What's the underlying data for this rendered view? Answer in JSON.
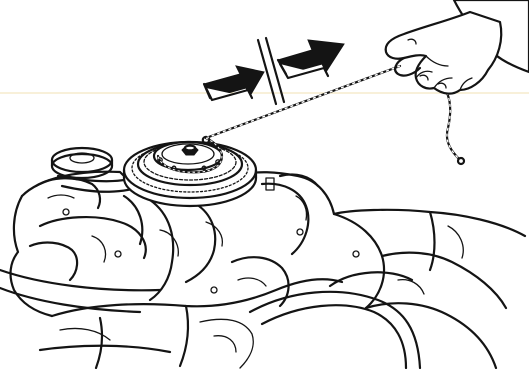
{
  "figure": {
    "colors": {
      "background": "#ffffff",
      "ink": "#141414",
      "scan_line": "#f3e6c2"
    },
    "elements": {
      "engine": "outboard-engine-powerhead",
      "flywheel": "flywheel-with-starter-pulley",
      "rope": "starter-rope",
      "hand": "hand-pulling-rope-icon",
      "arrows": "double-arrow-pull-direction-icon"
    }
  }
}
